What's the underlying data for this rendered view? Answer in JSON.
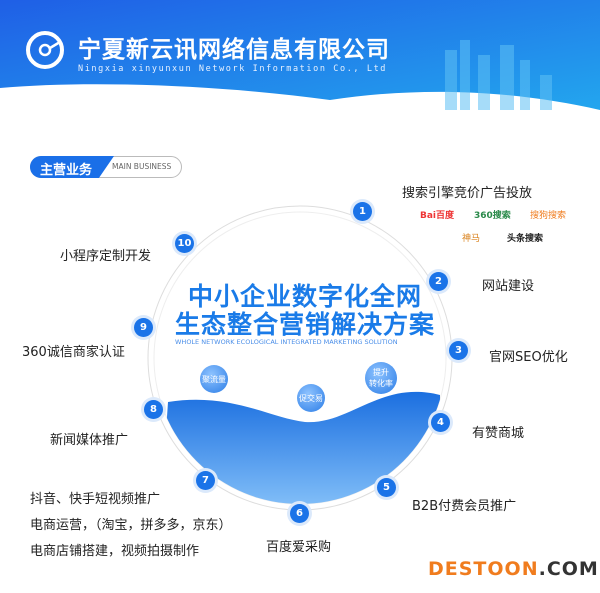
{
  "header": {
    "company_cn": "宁夏新云讯网络信息有限公司",
    "company_en": "Ningxia xinyunxun Network Information Co., Ltd"
  },
  "section": {
    "title": "主营业务",
    "title_en": "MAIN BUSINESS"
  },
  "center": {
    "line1": "中小企业数字化全网",
    "line2": "生态整合营销解决方案",
    "en": "WHOLE NETWORK ECOLOGICAL INTEGRATED MARKETING SOLUTION",
    "bubbles": [
      "聚流量",
      "促交易",
      "提升\n转化率"
    ]
  },
  "services": [
    {
      "n": "1",
      "label": "搜索引擎竞价广告投放"
    },
    {
      "n": "2",
      "label": "网站建设"
    },
    {
      "n": "3",
      "label": "官网SEO优化"
    },
    {
      "n": "4",
      "label": "有赞商城"
    },
    {
      "n": "5",
      "label": "B2B付费会员推广"
    },
    {
      "n": "6",
      "label": "百度爱采购"
    },
    {
      "n": "7",
      "label": "抖音、快手短视频推广",
      "label2": "电商运营，（淘宝，拼多多，京东）",
      "label3": "电商店铺搭建，视频拍摄制作"
    },
    {
      "n": "8",
      "label": "新闻媒体推广"
    },
    {
      "n": "9",
      "label": "360诚信商家认证"
    },
    {
      "n": "10",
      "label": "小程序定制开发"
    }
  ],
  "search_engines": [
    "Bai百度",
    "360搜索",
    "搜狗搜索",
    "神马",
    "头条搜索"
  ],
  "watermark": {
    "a": "DESTOON",
    "b": ".COM"
  },
  "colors": {
    "brand": "#1a73e8",
    "watermark": "#f07c1e"
  }
}
